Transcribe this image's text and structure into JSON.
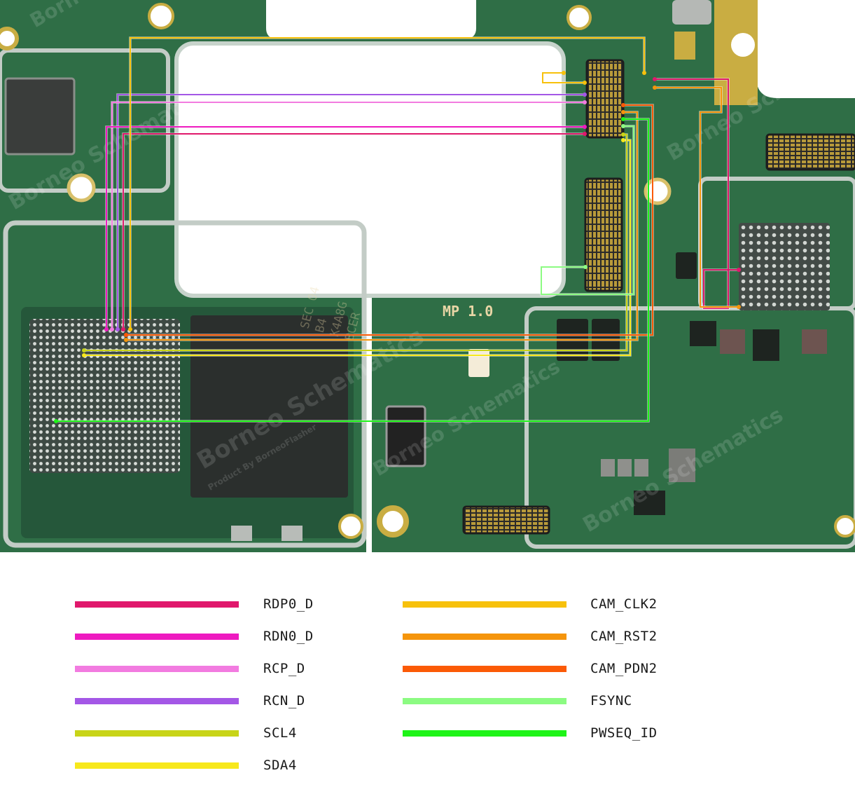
{
  "board": {
    "silkscreen_version": "MP 1.0",
    "watermark_brand": "Borneo Schematics",
    "watermark_tagline": "Product By BorneoFlasher",
    "chip_marking_line1": "SEC 04",
    "chip_marking_line2": "B4",
    "chip_marking_line3": "K4A8G",
    "chip_marking_line4": "BCER"
  },
  "colors": {
    "pcb": "#2f6e46",
    "pcb_dark": "#1f4e31",
    "trace_gap": "#ffffff",
    "RDP0_D": "#e0186c",
    "RDN0_D": "#ee1ac0",
    "RCP_D": "#f27be0",
    "RCN_D": "#a457e6",
    "SCL4": "#c8d418",
    "SDA4": "#f7e81c",
    "CAM_CLK2": "#f7c10c",
    "CAM_RST2": "#f5950c",
    "CAM_PDN2": "#fb5a06",
    "FSYNC": "#8cfb82",
    "PWSEQ_ID": "#1ef418"
  },
  "legend": {
    "left_column": [
      {
        "key": "RDP0_D",
        "label": "RDP0_D"
      },
      {
        "key": "RDN0_D",
        "label": "RDN0_D"
      },
      {
        "key": "RCP_D",
        "label": "RCP_D"
      },
      {
        "key": "RCN_D",
        "label": "RCN_D"
      },
      {
        "key": "SCL4",
        "label": "SCL4"
      },
      {
        "key": "SDA4",
        "label": "SDA4"
      }
    ],
    "right_column": [
      {
        "key": "CAM_CLK2",
        "label": "CAM_CLK2"
      },
      {
        "key": "CAM_RST2",
        "label": "CAM_RST2"
      },
      {
        "key": "CAM_PDN2",
        "label": "CAM_PDN2"
      },
      {
        "key": "FSYNC",
        "label": "FSYNC"
      },
      {
        "key": "PWSEQ_ID",
        "label": "PWSEQ_ID"
      }
    ]
  }
}
